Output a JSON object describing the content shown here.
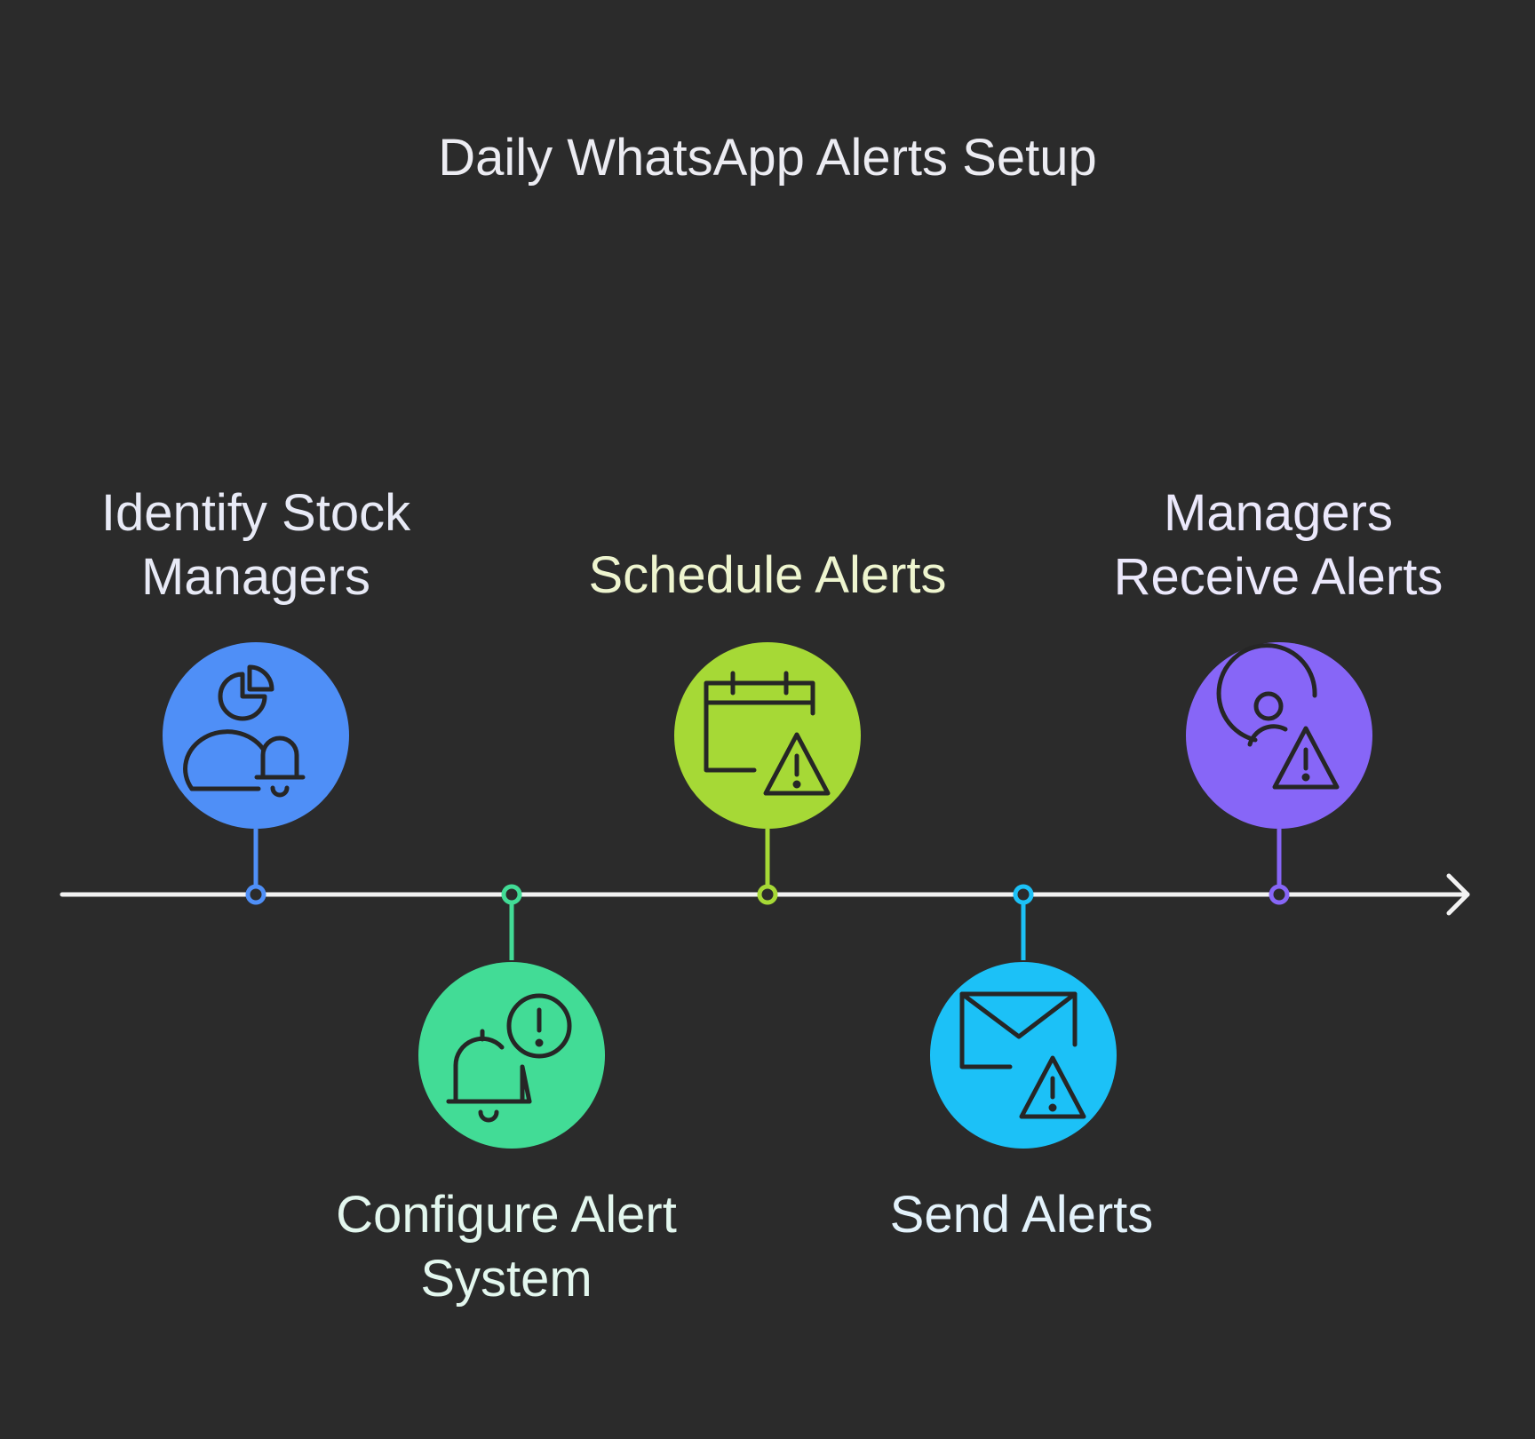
{
  "title": "Daily WhatsApp Alerts Setup",
  "steps": [
    {
      "lines": [
        "Identify Stock",
        "Managers"
      ],
      "color": "#4f8ff7",
      "label_color": "#e8eaf6",
      "icon": "managers-chart-bell-icon"
    },
    {
      "lines": [
        "Configure Alert",
        "System"
      ],
      "color": "#42dc96",
      "label_color": "#e3f7ee",
      "icon": "bell-alert-icon"
    },
    {
      "lines": [
        "Schedule Alerts"
      ],
      "color": "#a6d936",
      "label_color": "#eef5cf",
      "icon": "calendar-warning-icon"
    },
    {
      "lines": [
        "Send Alerts"
      ],
      "color": "#1cc1f7",
      "label_color": "#e3f2fb",
      "icon": "mail-warning-icon"
    },
    {
      "lines": [
        "Managers",
        "Receive Alerts"
      ],
      "color": "#8766f7",
      "label_color": "#ebe8fb",
      "icon": "user-warning-icon"
    }
  ],
  "timeline_color": "#f2f2f2",
  "icon_stroke_color": "#262626"
}
